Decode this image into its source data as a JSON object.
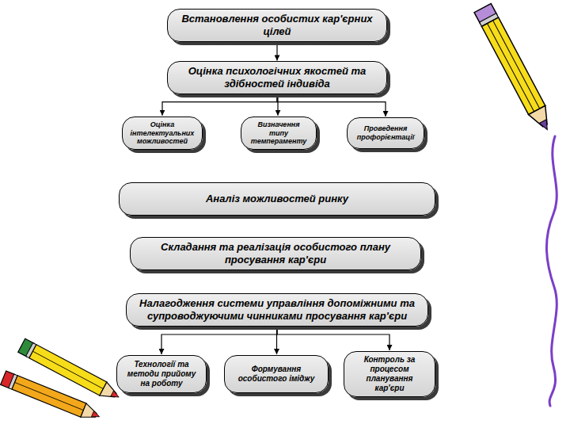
{
  "diagram": {
    "nodes": [
      {
        "text": [
          "Встановлення особистих кар'єрних цілей"
        ]
      },
      {
        "text": [
          "Оцінка психологічних якостей та здібностей індивіда"
        ]
      },
      {
        "text": [
          "Оцінка інтелектуальних можливостей"
        ]
      },
      {
        "text": [
          "Визначення типу темпераменту"
        ]
      },
      {
        "text": [
          "Проведення профорієнтації"
        ]
      },
      {
        "text": [
          "Аналіз можливостей ринку"
        ]
      },
      {
        "text": [
          "Складання та реалізація особистого плану просування кар'єри"
        ]
      },
      {
        "text": [
          "Налагодження системи управління допоміжними та супроводжуючими чинниками просування кар'єри"
        ]
      },
      {
        "text": [
          "Технології та методи прийому на роботу"
        ]
      },
      {
        "text": [
          "Формування особистого іміджу"
        ]
      },
      {
        "text": [
          "Контроль за процесом планування кар'єри"
        ]
      }
    ],
    "edges": [
      {
        "from": 0,
        "to": 1,
        "arrow": "to"
      },
      {
        "from": 1,
        "to": 2,
        "arrow": "to"
      },
      {
        "from": 1,
        "to": 3,
        "arrow": "to"
      },
      {
        "from": 1,
        "to": 4,
        "arrow": "to"
      },
      {
        "from": 7,
        "to": 8,
        "arrow": "to"
      },
      {
        "from": 7,
        "to": 9,
        "arrow": "to"
      },
      {
        "from": 7,
        "to": 10,
        "arrow": "to"
      }
    ]
  }
}
